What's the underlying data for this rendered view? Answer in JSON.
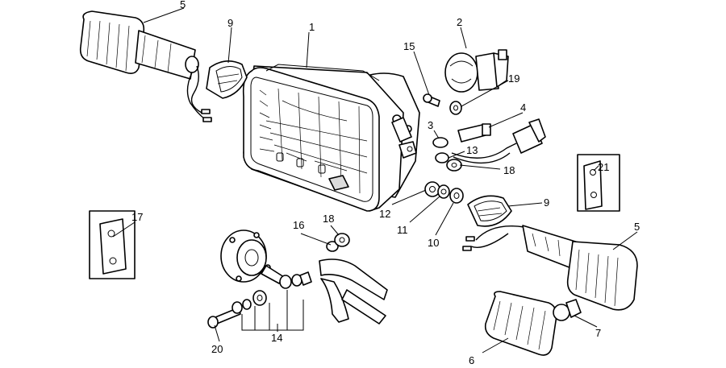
{
  "callouts": {
    "c1": "1",
    "c2": "2",
    "c3": "3",
    "c4": "4",
    "c5a": "5",
    "c5b": "5",
    "c6": "6",
    "c7": "7",
    "c9a": "9",
    "c9b": "9",
    "c10": "10",
    "c11": "11",
    "c12": "12",
    "c13": "13",
    "c14": "14",
    "c15": "15",
    "c16": "16",
    "c17": "17",
    "c18a": "18",
    "c18b": "18",
    "c19": "19",
    "c20": "20",
    "c21": "21"
  },
  "colors": {
    "line": "#000000",
    "background": "#ffffff",
    "shade": "#dcdcdc"
  }
}
